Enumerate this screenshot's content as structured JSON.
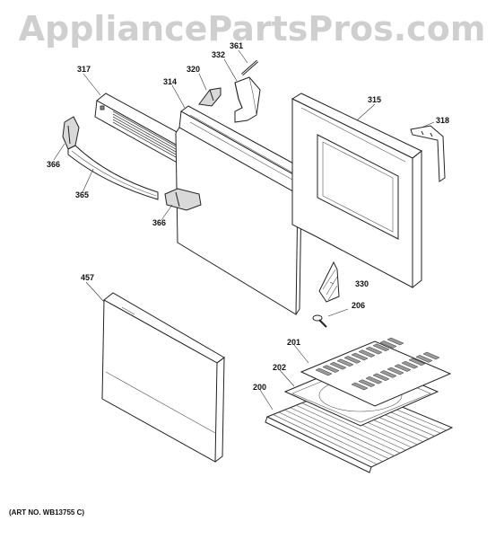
{
  "watermark": "AppliancePartsPros.com",
  "art_number": "(ART NO. WB13755 C)",
  "callouts": {
    "c317": "317",
    "c320": "320",
    "c332": "332",
    "c361": "361",
    "c314": "314",
    "c315": "315",
    "c318": "318",
    "c366a": "366",
    "c365": "365",
    "c366b": "366",
    "c457": "457",
    "c330": "330",
    "c206": "206",
    "c201": "201",
    "c202": "202",
    "c200": "200"
  }
}
